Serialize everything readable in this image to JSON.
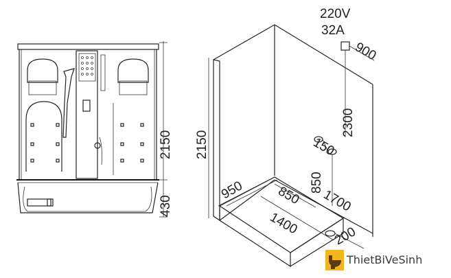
{
  "front_view": {
    "height_label": "2150",
    "base_label": "430"
  },
  "iso_view": {
    "height_label": "2150",
    "depth_label": "950",
    "width_label": "1400",
    "inner_label": "850",
    "wall_height_label": "2300",
    "outlet_width_label": "900",
    "outlet_label_150": "150",
    "outlet_label_850": "850",
    "outlet_label_1700": "1700",
    "drain_label": "200",
    "voltage": "220V",
    "current": "32A"
  },
  "watermark": {
    "brand": "ThietBiVeSinh",
    "color": "#f3b51c"
  }
}
